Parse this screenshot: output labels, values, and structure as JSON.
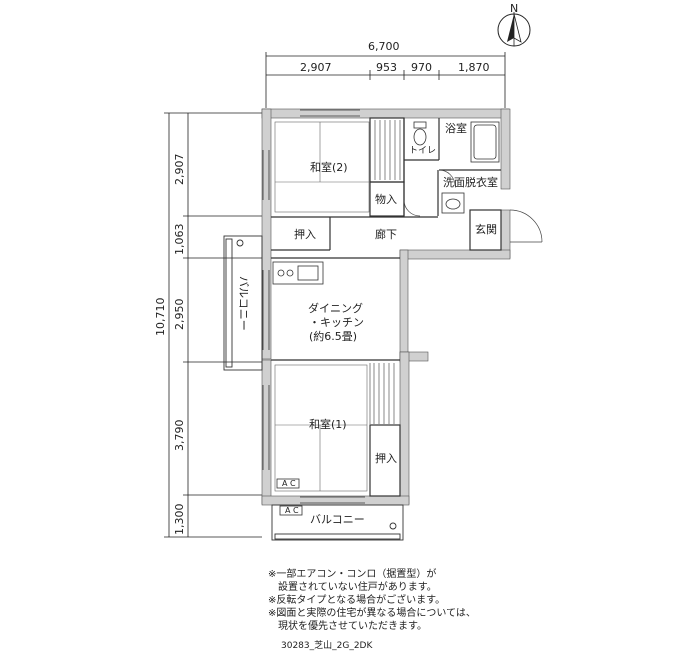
{
  "compass": {
    "label": "N"
  },
  "dimensions": {
    "top_total": "6,700",
    "top_segments": [
      "2,907",
      "953",
      "970",
      "1,870"
    ],
    "left_total": "10,710",
    "left_segments": [
      "2,907",
      "1,063",
      "2,950",
      "3,790",
      "1,300"
    ]
  },
  "rooms": {
    "washitsu2": "和室(2)",
    "oshiire_top": "押入",
    "monoire": "物入",
    "toilet": "トイレ",
    "bath": "浴室",
    "washroom": "洗面脱衣室",
    "hallway": "廊下",
    "entrance": "玄関",
    "balcony_left": "バルコニー",
    "dining_line1": "ダイニング",
    "dining_line2": "・キッチン",
    "dining_line3": "(約6.5畳)",
    "washitsu1": "和室(1)",
    "oshiire_bottom": "押入",
    "balcony_bottom": "バルコニー",
    "ac_label_1": "A C",
    "ac_label_2": "A C"
  },
  "notes": [
    "※一部エアコン・コンロ（据置型）が",
    "　設置されていない住戸があります。",
    "※反転タイプとなる場合がございます。",
    "※図面と実際の住宅が異なる場合については、",
    "　現状を優先させていただきます。"
  ],
  "plan_code": "30283_芝山_2G_2DK"
}
